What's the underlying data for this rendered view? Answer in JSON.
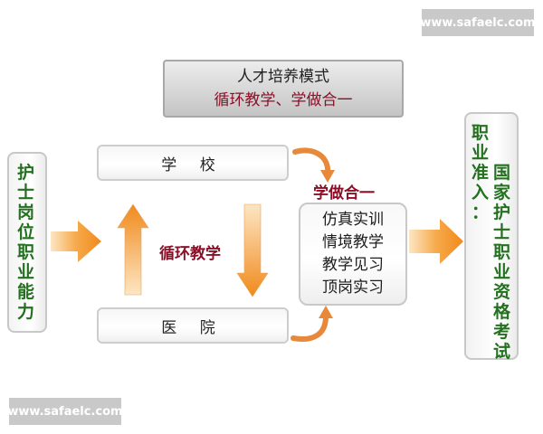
{
  "watermark_top": "www.safaelc.com",
  "watermark_bottom": "www.safaelc.com",
  "title": {
    "line1": "人才培养模式",
    "line2": "循环教学、学做合一"
  },
  "left_box": {
    "chars": [
      "护",
      "士",
      "岗",
      "位",
      "职",
      "业",
      "能",
      "力"
    ]
  },
  "school_label": "学 校",
  "hospital_label": "医 院",
  "cycle_label": "循环教学",
  "learn_do_label": "学做合一",
  "practice_items": [
    "仿真实训",
    "情境教学",
    "教学见习",
    "顶岗实习"
  ],
  "right_box": {
    "col1": [
      "职",
      "业",
      "准",
      "入",
      "："
    ],
    "col2": [
      "国",
      "家",
      "护",
      "士",
      "职",
      "业",
      "资",
      "格",
      "考",
      "试"
    ]
  },
  "colors": {
    "arrow_orange": "#f08a1c",
    "arrow_light": "#fde6c4",
    "label_red": "#8a1028",
    "text_green": "#23711f"
  }
}
